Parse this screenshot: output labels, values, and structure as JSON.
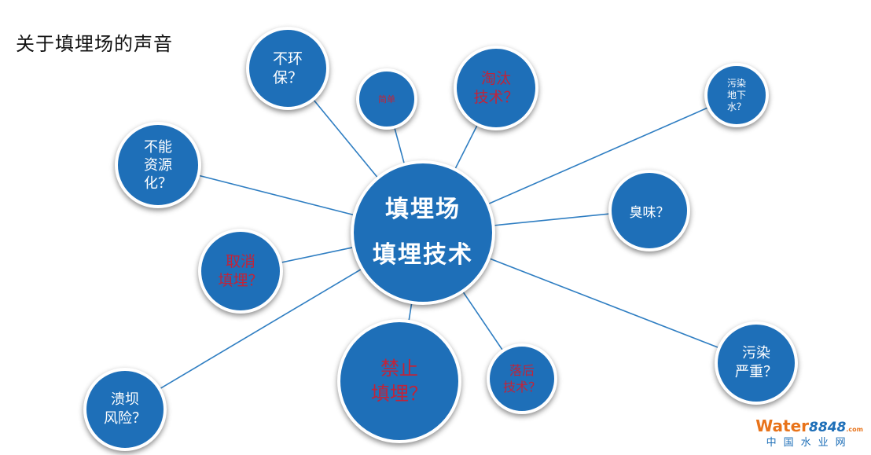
{
  "title": "关于填埋场的声音",
  "center": {
    "line1": "填埋场",
    "line2": "填埋技术"
  },
  "nodes": [
    {
      "id": "bu-huan-bao",
      "text": "不环\n保？",
      "color": "white"
    },
    {
      "id": "jian-dan",
      "text": "简单",
      "color": "red"
    },
    {
      "id": "tao-tai",
      "text": "淘汰\n技术？",
      "color": "red"
    },
    {
      "id": "wu-ran-di-xia-shui",
      "text": "污染\n地下\n水？",
      "color": "white"
    },
    {
      "id": "bu-neng-zi-yuan-hua",
      "text": "不能\n资源\n化？",
      "color": "white"
    },
    {
      "id": "chou-wei",
      "text": "臭味？",
      "color": "white"
    },
    {
      "id": "qu-xiao-tian-mai",
      "text": "取消\n填埋？",
      "color": "red"
    },
    {
      "id": "jin-zhi-tian-mai",
      "text": "禁止\n填埋？",
      "color": "red"
    },
    {
      "id": "luo-hou-ji-shu",
      "text": "落后\n技术？",
      "color": "red"
    },
    {
      "id": "wu-ran-yan-zhong",
      "text": "污染\n严重？",
      "color": "white"
    },
    {
      "id": "kui-ba-feng-xian",
      "text": "溃坝\n风险？",
      "color": "white"
    }
  ],
  "logo": {
    "brand": "Water",
    "number": "8848",
    "suffix": ".com",
    "cn": "中国水业网"
  }
}
